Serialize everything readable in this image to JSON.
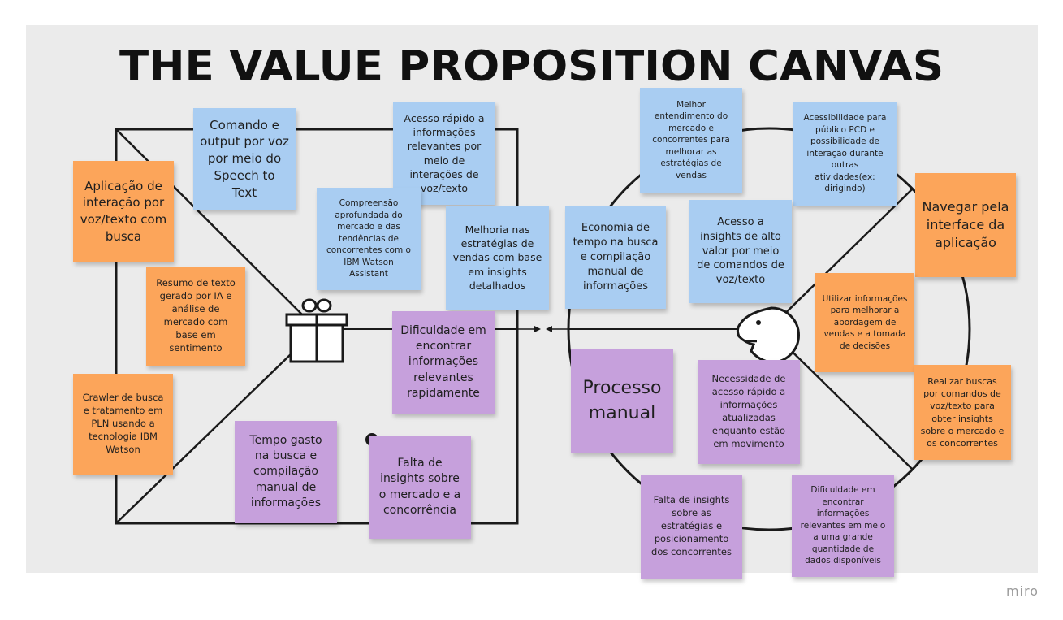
{
  "title": "THE VALUE PROPOSITION CANVAS",
  "brand": "miro",
  "colors": {
    "blue": "#a9cdf2",
    "orange": "#fca55a",
    "purple": "#c6a0dc",
    "board": "#ebebeb"
  },
  "icons": [
    "gift-icon",
    "face-icon"
  ],
  "notes": {
    "comando_voz": "Comando e output por voz por meio do Speech to Text",
    "acesso_rapido": "Acesso rápido a informações relevantes por meio de interações de voz/texto",
    "aplicacao_interacao": "Aplicação de interação por voz/texto com busca",
    "compreensao": "Compreensão aprofundada do mercado e das tendências de concorrentes com o IBM Watson Assistant",
    "melhoria_estrategias": "Melhoria nas estratégias de vendas com base em insights detalhados",
    "resumo_texto": "Resumo de texto gerado por IA e análise de mercado com base em sentimento",
    "crawler": "Crawler de busca e tratamento em PLN usando a tecnologia IBM Watson",
    "dificuldade_left": "Dificuldade em encontrar informações relevantes rapidamente",
    "tempo_gasto": "Tempo gasto na busca e compilação manual de informações",
    "falta_insights_left": "Falta de insights sobre o mercado e a concorrência",
    "melhor_entendimento": "Melhor entendimento do mercado e concorrentes para melhorar as estratégias de vendas",
    "acessibilidade": "Acessibilidade para público PCD e possibilidade de interação durante outras atividades(ex: dirigindo)",
    "economia_tempo": "Economia de tempo na busca e compilação manual de informações",
    "acesso_insights": "Acesso a insights de alto valor por meio de comandos de voz/texto",
    "navegar": "Navegar pela interface da aplicação",
    "utilizar_info": "Utilizar informações para melhorar a abordagem de vendas e a tomada de decisões",
    "processo_manual": "Processo manual",
    "necessidade": "Necessidade de acesso rápido a informações atualizadas enquanto estão em movimento",
    "realizar_buscas": "Realizar buscas por comandos de voz/texto para obter insights sobre o mercado e os concorrentes",
    "falta_insights_right": "Falta de insights sobre as estratégias e posicionamento dos concorrentes",
    "dificuldade_right": "Dificuldade em encontrar informações relevantes em meio a uma grande quantidade de dados disponíveis"
  }
}
